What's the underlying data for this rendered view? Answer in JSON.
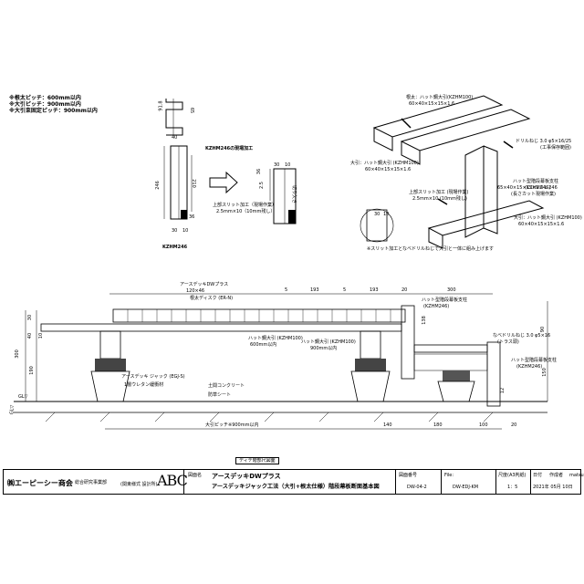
{
  "notes": [
    "※根太ピッチ：600mm以内",
    "※大引ピッチ：900mm以内",
    "※大引束固定ピッチ：900mm以内"
  ],
  "profile": {
    "dim_height": "91.8",
    "dim_small": "65",
    "dim_40": "40",
    "dim_246": "246",
    "dim_210": "210",
    "dim_30": "30",
    "dim_10": "10",
    "dim_36": "36",
    "name": "KZHM246",
    "site_label": "KZHM246の現場加工",
    "slit_label": "上部スリット加工（現場作業）",
    "slit_spec": "2.5mm×10（10mm残し）",
    "cut_label": "切り欠き",
    "dim_25": "2.5",
    "dim_30b": "30",
    "dim_10b": "10"
  },
  "iso": {
    "neda_label": "根太：ハット鋼大引",
    "neda_spec1": "(KZHM100)",
    "neda_spec2": "60×40×15×15×1.6",
    "screw_label": "ドリルねじ 3.0 φ5×16/25",
    "screw_spec": "(工事保存範囲)",
    "obiki_label": "大引：ハット鋼大引 (KZHM100)",
    "obiki_spec": "60×40×15×15×1.6",
    "slit_label": "上部スリット加工 (現場作業)",
    "slit_spec": "2.5mm×10 (10mm残し)",
    "hat_label": "ハット型階段幕板支柱",
    "hat_spec": "(KZHM246)",
    "hat_dims": "65×40×15×15×1.6 L-246",
    "hat_cut": "(長さカット現場作業)",
    "bottom_label": "大引：ハット鋼大引 (KZHM100)",
    "bottom_spec": "60×40×15×15×1.6",
    "footer": "※スリット加工となべドリルねじで大引と一体に組み上げます",
    "dim_30": "30",
    "dim_10": "10"
  },
  "section": {
    "deck_label": "アースデッキDWプラス",
    "deck_spec": "120×46",
    "dim_5a": "5",
    "dim_193": "193",
    "dim_5b": "5",
    "dim_193b": "193",
    "dim_20": "20",
    "dim_300": "300",
    "hat_label": "ハット型階段幕板支柱",
    "hat_spec": "(KZHM246)",
    "neda_label": "根太ディスク (ER-N)",
    "obiki_label": "ハット鋼大引 (KZHM100)",
    "obiki_pitch": "600mm以内",
    "obiki_label2": "ハット鋼大引 (KZHM100)",
    "obiki_pitch2": "900mm以内",
    "screw_label": "なべドリルねじ 3.0 φ5×16",
    "screw_spec": "(トラス頭)",
    "jack_label": "アースデッキ ジャック (EGJ-S)",
    "pad_label": "1層ウレタン緩衝材",
    "concrete_label": "土間コンクリート",
    "sheet_label": "防草シート",
    "hat_label2": "ハット型階段幕板支柱",
    "hat_spec2": "(KZHM246)",
    "dim_138": "138",
    "dim_90": "90",
    "dim_150": "150",
    "dim_12": "12",
    "dim_300v": "300",
    "dim_40": "40",
    "dim_30": "30",
    "dim_190": "190",
    "dim_10": "10",
    "gl_label": "GL▽",
    "gl_v": "GL▽",
    "pitch": "大引ピッチ※900mm以内",
    "dim_140": "140",
    "dim_180": "180",
    "dim_100": "100",
    "dim_20b": "20",
    "scale_tag": "ディテ階部尺図面"
  },
  "titleblock": {
    "company": "㈱エーピーシー商会",
    "company_sub": "総合研究事業部",
    "company_sub2": "(関東様式 設計所)",
    "logo": "ABC",
    "name_label": "図面名",
    "name1": "アースデッキDWプラス",
    "name2": "アースデッキジャック工法（大引+根太仕様）階段幕板断面基本図",
    "no_label": "図面番号",
    "no_value": "DW-04-2",
    "file_label": "File:",
    "file_value": "DW-EDJ-KM",
    "scale_label": "尺度(A3判紙)",
    "scale_value": "1：5",
    "date_label": "日付",
    "date_value": "2021年 05月 10日",
    "author_label": "作成者",
    "author_value": "matsu"
  }
}
